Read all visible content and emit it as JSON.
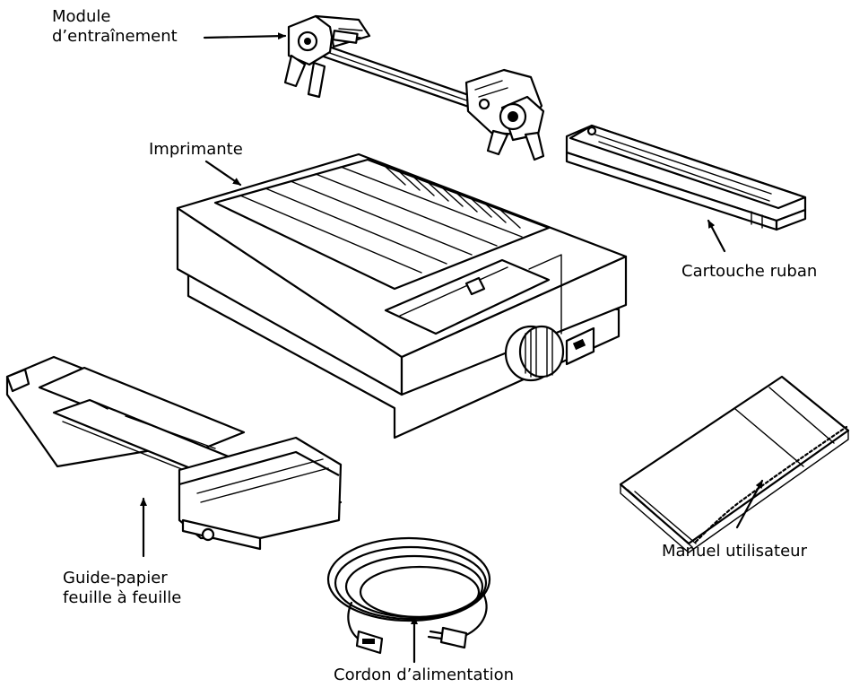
{
  "labels": {
    "module": [
      "Module",
      "d’entraînement"
    ],
    "printer": "Imprimante",
    "ribbon": "Cartouche ruban",
    "guide": [
      "Guide-papier",
      "feuille à feuille"
    ],
    "manual": "Manuel utilisateur",
    "cord": "Cordon d’alimentation"
  }
}
